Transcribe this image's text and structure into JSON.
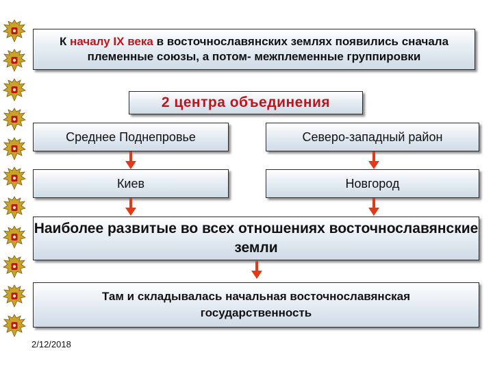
{
  "colors": {
    "accent": "#c0141a",
    "arrow": "#e23a18"
  },
  "emblem_icon": "double-headed-eagle-icon",
  "intro": {
    "part1": "К ",
    "highlight": "началу IX века",
    "part2": " в восточнославянских землях появились сначала племенные союзы, а потом- межплеменные группировки"
  },
  "centers_title": "2 центра объединения",
  "left_region": "Среднее Поднепровье",
  "right_region": "Северо-западный район",
  "left_city": "Киев",
  "right_city": "Новгород",
  "conclusion": "Наиболее развитые во всех отношениях восточнославянские земли",
  "final": "Там и складывалась начальная восточнославянская государственность",
  "date": "2/12/2018"
}
